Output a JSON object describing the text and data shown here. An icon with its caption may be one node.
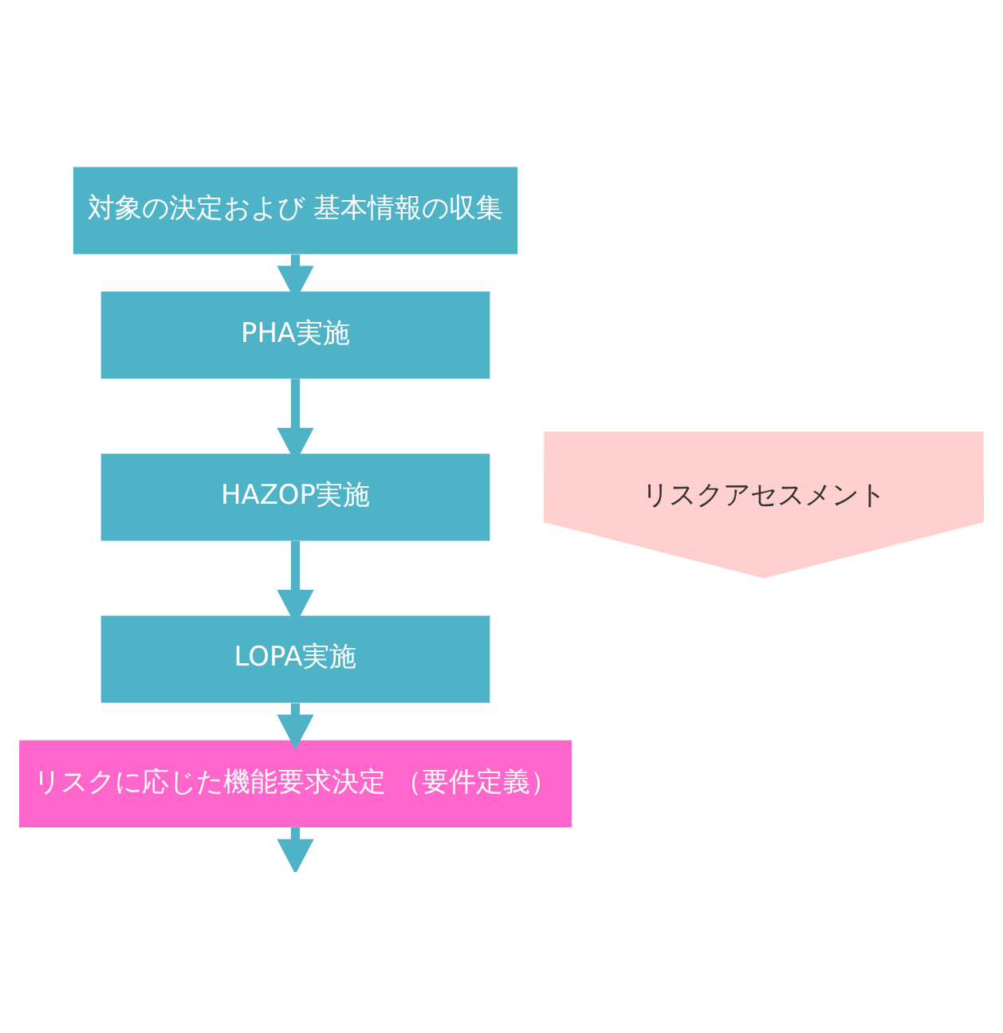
{
  "diagram": {
    "nodes": [
      {
        "text": [
          "対象の決定および 基本情報の収集"
        ]
      },
      {
        "text": [
          "PHA実施"
        ]
      },
      {
        "text": [
          "HAZOP実施"
        ]
      },
      {
        "text": [
          "LOPA実施"
        ]
      },
      {
        "text": [
          "リスクに応じた機能要求決定 （要件定義）"
        ]
      },
      {
        "text": [
          "リスクアセスメント"
        ]
      }
    ],
    "edges": [
      {
        "from": 0,
        "to": 1,
        "arrow": "to"
      },
      {
        "from": 1,
        "to": 2,
        "arrow": "to"
      },
      {
        "from": 2,
        "to": 3,
        "arrow": "to"
      },
      {
        "from": 3,
        "to": 4,
        "arrow": "to"
      },
      {
        "from": 4,
        "to": null,
        "arrow": "to"
      }
    ]
  }
}
